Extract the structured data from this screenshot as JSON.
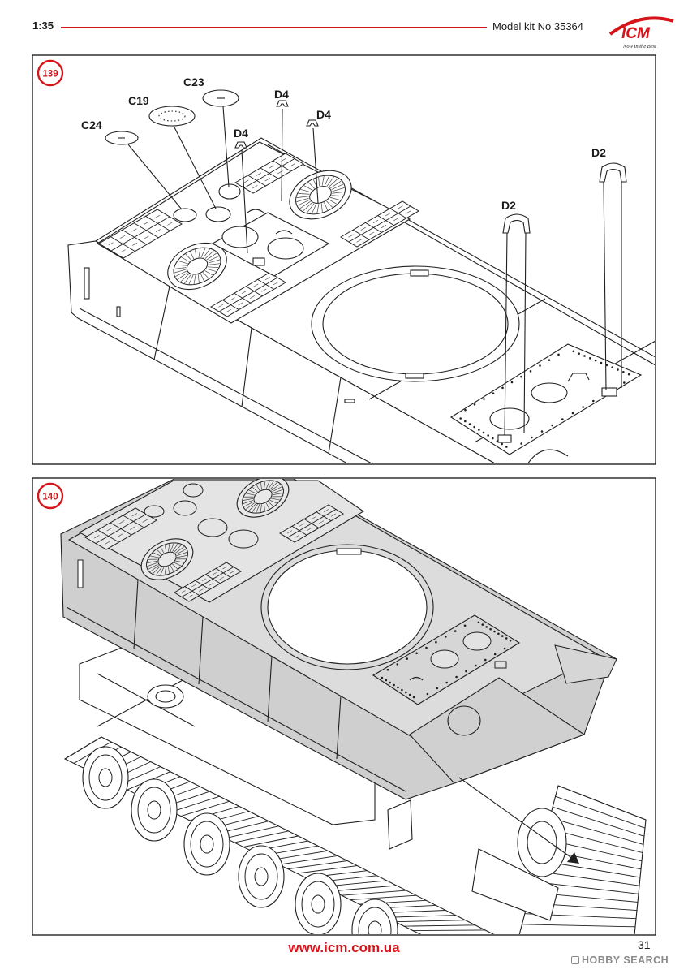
{
  "header": {
    "scale": "1:35",
    "kit": "Model kit No 35364",
    "logo": {
      "name": "ICM",
      "tagline": "Now in the Best"
    }
  },
  "steps": [
    {
      "number": "139",
      "parts": [
        "C24",
        "C19",
        "C23",
        "D4",
        "D4",
        "D4",
        "D2",
        "D2"
      ]
    },
    {
      "number": "140"
    }
  ],
  "footer": {
    "url": "www.icm.com.ua",
    "page": "31"
  },
  "watermark": "HOBBY SEARCH",
  "colors": {
    "accent": "#d7141a",
    "hull_gray": "#d9d9d9",
    "line": "#1f1f1f"
  }
}
